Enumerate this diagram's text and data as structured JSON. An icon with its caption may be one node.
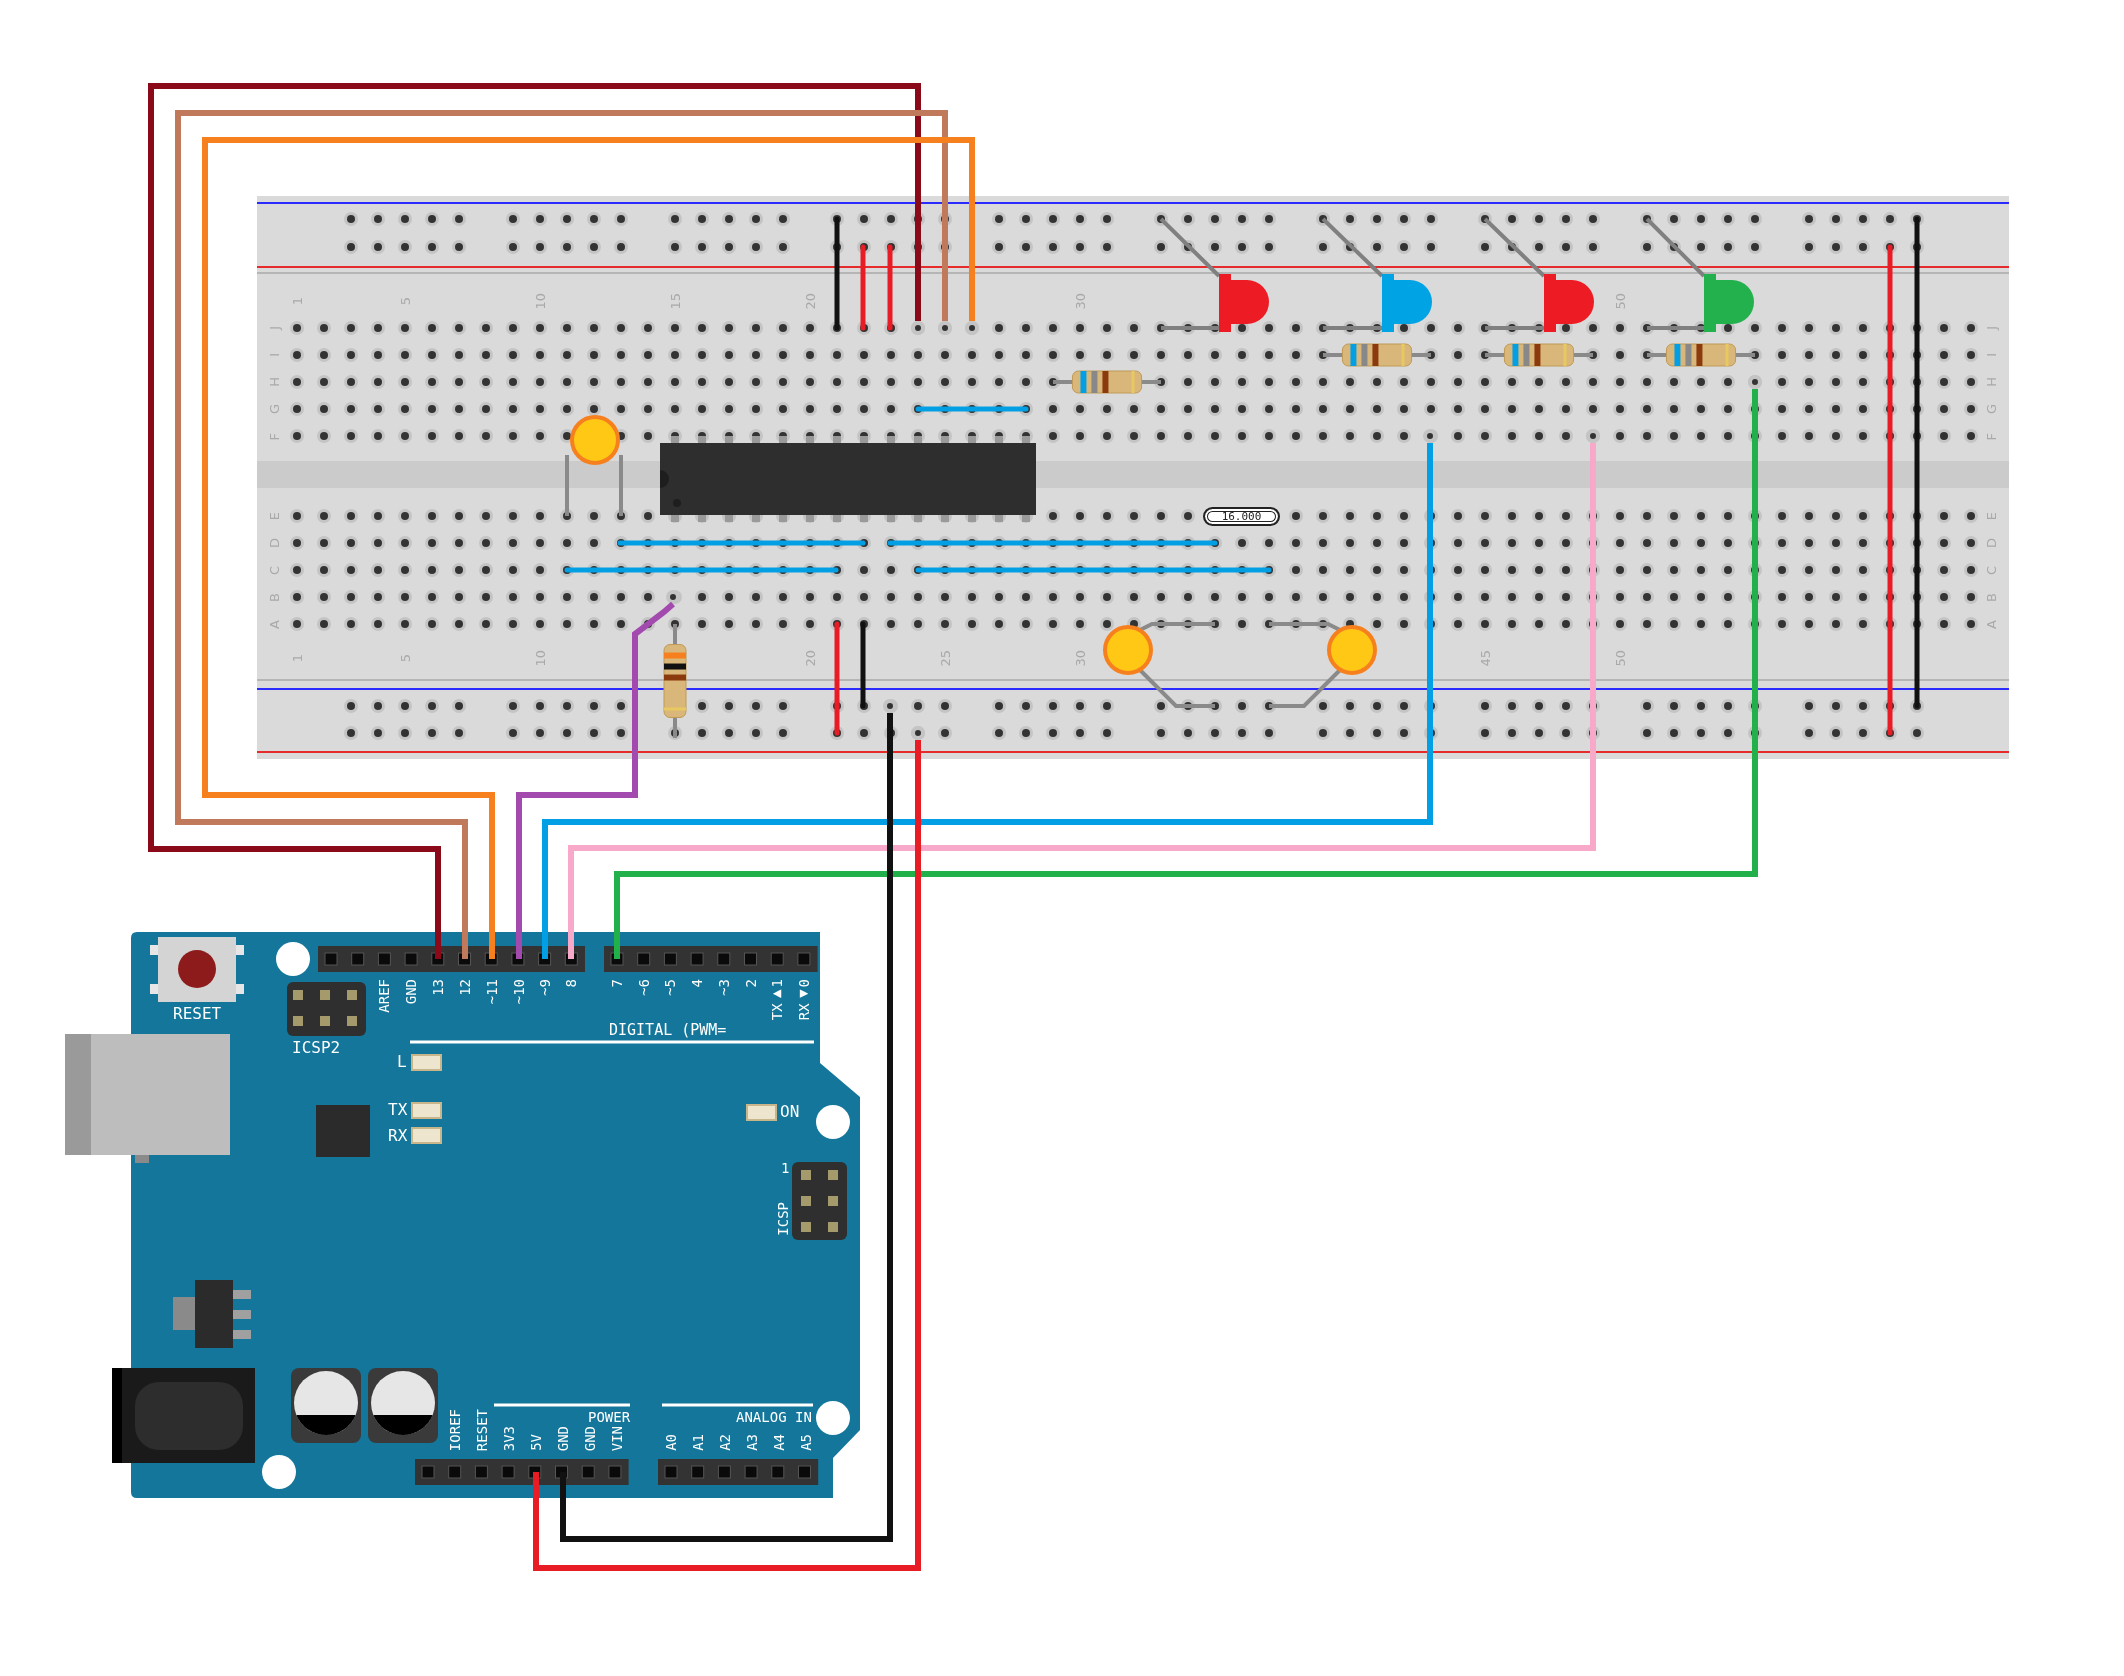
{
  "diagram": {
    "nodes": [
      {
        "text": [],
        "shape": "board"
      },
      {
        "text": [
          "16.000"
        ],
        "in": 0
      },
      {
        "text": [],
        "shape": "board"
      },
      {
        "text": [
          "13"
        ],
        "in": 2
      },
      {
        "text": [
          "12"
        ],
        "in": 2
      },
      {
        "text": [
          "~11"
        ],
        "in": 2
      },
      {
        "text": [
          "~10"
        ],
        "in": 2
      },
      {
        "text": [
          "~9"
        ],
        "in": 2
      },
      {
        "text": [
          "8"
        ],
        "in": 2
      },
      {
        "text": [
          "7"
        ],
        "in": 2
      },
      {
        "text": [
          "5V"
        ],
        "in": 2
      },
      {
        "text": [
          "GND"
        ],
        "in": 2
      },
      {
        "text": [],
        "shape": "circle",
        "in": 0
      },
      {
        "text": [],
        "shape": "circle",
        "in": 0
      },
      {
        "text": [],
        "shape": "circle",
        "in": 0
      },
      {
        "text": [],
        "shape": "circle",
        "in": 0
      },
      {
        "text": [],
        "shape": "circle",
        "in": 0
      },
      {
        "text": [],
        "shape": "circle",
        "in": 0
      },
      {
        "text": [],
        "shape": "circle",
        "in": 0
      },
      {
        "text": [],
        "shape": "circle",
        "in": 0
      },
      {
        "text": [],
        "shape": "circle",
        "in": 0
      }
    ],
    "edges": [
      {
        "from": 3,
        "to": 12,
        "arrow": "none",
        "color": "#8b0a1a"
      },
      {
        "from": 4,
        "to": 13,
        "arrow": "none",
        "color": "#c0795a"
      },
      {
        "from": 5,
        "to": 14,
        "arrow": "none",
        "color": "#f7801e"
      },
      {
        "from": 6,
        "to": 15,
        "arrow": "none",
        "color": "#a24aae"
      },
      {
        "from": 7,
        "to": 16,
        "arrow": "none",
        "color": "#039fe4"
      },
      {
        "from": 8,
        "to": 17,
        "arrow": "none",
        "color": "#f8a8c8"
      },
      {
        "from": 9,
        "to": 18,
        "arrow": "none",
        "color": "#22b04b"
      },
      {
        "from": 10,
        "to": 19,
        "arrow": "none",
        "color": "#e81c24"
      },
      {
        "from": 11,
        "to": 20,
        "arrow": "none",
        "color": "#111111"
      }
    ],
    "labels": [
      "1",
      "5",
      "10",
      "15",
      "20",
      "30",
      "50",
      "1",
      "5",
      "10",
      "20",
      "25",
      "30",
      "45",
      "50",
      "J",
      "I",
      "H",
      "G",
      "F",
      "E",
      "D",
      "C",
      "B",
      "A",
      "J",
      "I",
      "H",
      "G",
      "F",
      "E",
      "D",
      "C",
      "B",
      "A",
      "RESET",
      "ICSP2",
      "AREF",
      "GND",
      "~6",
      "~5",
      "4",
      "~3",
      "2",
      "TX▶1",
      "RX◀0",
      "DIGITAL (PWM=",
      "L",
      "TX",
      "RX",
      "ON",
      "1",
      "ICSP",
      "IOREF",
      "RESET",
      "3V3",
      "GND",
      "VIN",
      "POWER",
      "ANALOG IN",
      "A0",
      "A1",
      "A2",
      "A3",
      "A4",
      "A5"
    ]
  }
}
